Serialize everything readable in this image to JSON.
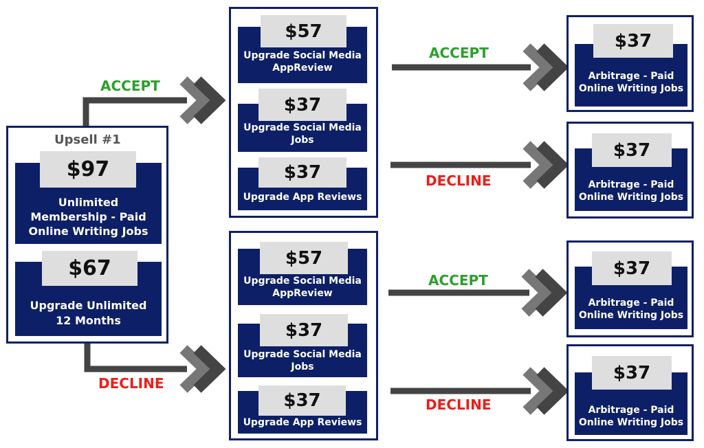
{
  "colors": {
    "navy": "#0d1f66",
    "price_bg": "#dedede",
    "accept": "#2ca02c",
    "decline": "#e8201a",
    "arrow_dark": "#444444",
    "arrow_light": "#777777"
  },
  "upsell1": {
    "title": "Upsell #1",
    "offer1": {
      "price": "$97",
      "lines": [
        "Unlimited",
        "Membership - Paid",
        "Online Writing Jobs"
      ]
    },
    "offer2": {
      "price": "$67",
      "lines": [
        "Upgrade Unlimited",
        "12 Months"
      ]
    }
  },
  "labels": {
    "accept_left": "ACCEPT",
    "decline_left": "DECLINE",
    "accept_top_right": "ACCEPT",
    "decline_top_right": "DECLINE",
    "accept_bottom_right": "ACCEPT",
    "decline_bottom_right": "DECLINE"
  },
  "upsell2_accept": {
    "offers": [
      {
        "price": "$57",
        "lines": [
          "Upgrade Social Media",
          "AppReview"
        ]
      },
      {
        "price": "$37",
        "lines": [
          "Upgrade Social Media",
          "Jobs"
        ]
      },
      {
        "price": "$37",
        "lines": [
          "Upgrade App Reviews"
        ]
      }
    ]
  },
  "upsell2_decline": {
    "offers": [
      {
        "price": "$57",
        "lines": [
          "Upgrade Social Media",
          "AppReview"
        ]
      },
      {
        "price": "$37",
        "lines": [
          "Upgrade Social Media",
          "Jobs"
        ]
      },
      {
        "price": "$37",
        "lines": [
          "Upgrade App Reviews"
        ]
      }
    ]
  },
  "finals": [
    {
      "price": "$37",
      "lines": [
        "Arbitrage - Paid",
        "Online Writing Jobs"
      ]
    },
    {
      "price": "$37",
      "lines": [
        "Arbitrage - Paid",
        "Online Writing Jobs"
      ]
    },
    {
      "price": "$37",
      "lines": [
        "Arbitrage - Paid",
        "Online Writing Jobs"
      ]
    },
    {
      "price": "$37",
      "lines": [
        "Arbitrage - Paid",
        "Online Writing Jobs"
      ]
    }
  ]
}
